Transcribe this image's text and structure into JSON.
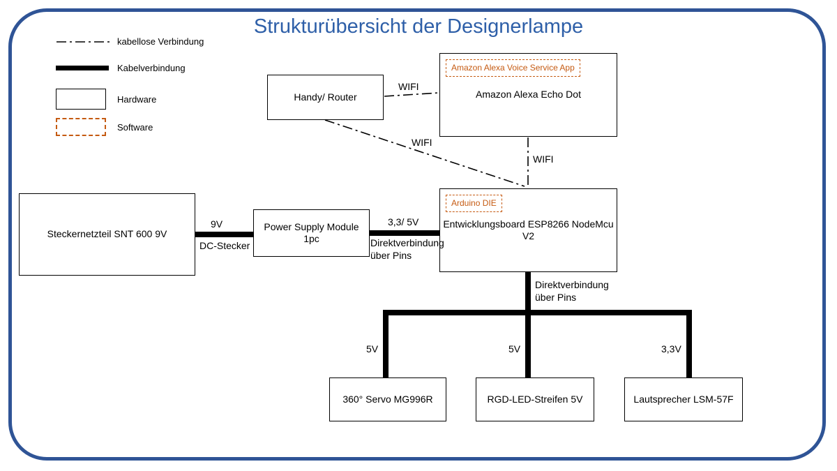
{
  "title": "Strukturübersicht der Designerlampe",
  "legend": {
    "wireless_label": "kabellose Verbindung",
    "cable_label": "Kabelverbindung",
    "hardware_label": "Hardware",
    "software_label": "Software"
  },
  "nodes": {
    "router": {
      "label": "Handy/ Router"
    },
    "echo": {
      "label": "Amazon Alexa Echo Dot",
      "software_tag": "Amazon Alexa Voice Service App"
    },
    "wall_adapter": {
      "label": "Steckernetzteil SNT 600 9V"
    },
    "power_module": {
      "label": "Power Supply Module 1pc"
    },
    "esp_board": {
      "label": "Entwicklungsboard ESP8266 NodeMcu V2",
      "software_tag": "Arduino DIE"
    },
    "servo": {
      "label": "360° Servo MG996R"
    },
    "led_strip": {
      "label": "RGD-LED-Streifen 5V"
    },
    "speaker": {
      "label": "Lautsprecher LSM-57F"
    }
  },
  "edge_labels": {
    "wifi_router_echo": "WIFI",
    "wifi_router_esp": "WIFI",
    "wifi_echo_esp": "WIFI",
    "supply_voltage": "9V",
    "dc_connector": "DC-Stecker",
    "module_voltage": "3,3/ 5V",
    "direct_pins_left": "Direktverbindung über Pins",
    "direct_pins_bottom": "Direktverbindung über Pins",
    "servo_voltage": "5V",
    "led_voltage": "5V",
    "speaker_voltage": "3,3V"
  },
  "colors": {
    "accent_blue": "#2F5496",
    "title_blue": "#2E5FA8",
    "software_orange": "#C55A11"
  }
}
